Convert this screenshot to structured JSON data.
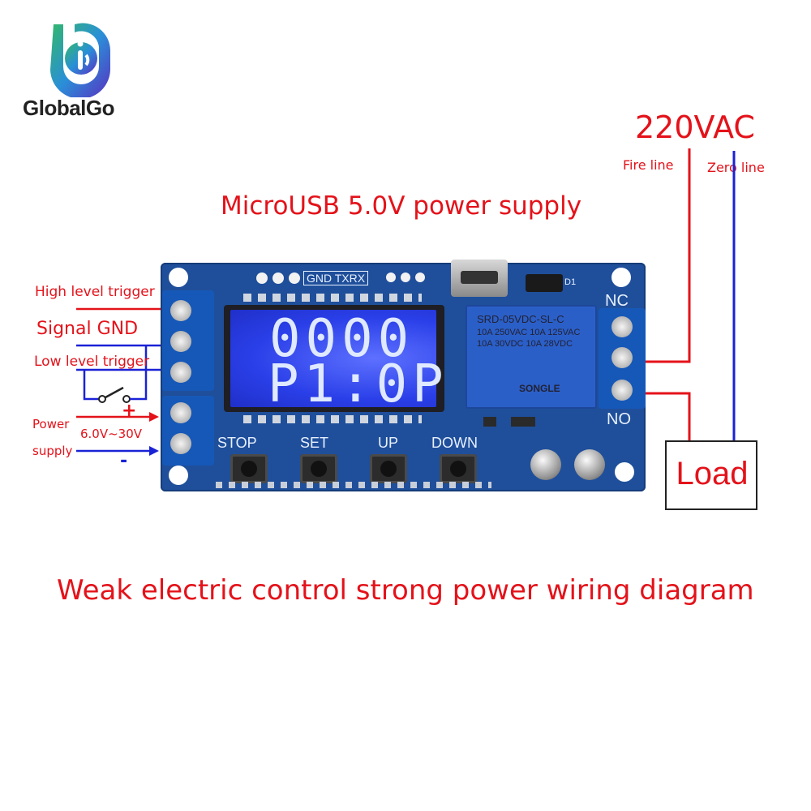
{
  "brand": {
    "name": "GlobalGo"
  },
  "labels": {
    "usb_supply": "MicroUSB 5.0V power supply",
    "ac": "220VAC",
    "fire_line": "Fire line",
    "zero_line": "Zero line",
    "high_trigger": "High level trigger",
    "signal_gnd": "Signal GND",
    "low_trigger": "Low level trigger",
    "power": "Power",
    "supply": "supply",
    "voltage_range": "6.0V~30V",
    "plus_top": "+",
    "minus_top": "-",
    "plus_power": "+",
    "minus_power": "-",
    "load": "Load",
    "caption": "Weak electric control strong power wiring diagram"
  },
  "board": {
    "header_label": "GND TXRX",
    "diode_label": "D1",
    "nc": "NC",
    "no": "NO",
    "lcd_line1": "0000",
    "lcd_line2": "P1:0P",
    "relay_line1": "SRD-05VDC-SL-C",
    "relay_line2": "10A 250VAC  10A 125VAC",
    "relay_line3": "10A 30VDC  10A 28VDC",
    "relay_brand": "SONGLE",
    "buttons": [
      "STOP",
      "SET",
      "UP",
      "DOWN"
    ]
  },
  "colors": {
    "wire_red": "#e4121a",
    "wire_blue": "#1a22d6",
    "pcb": "#1f4f9a",
    "lcd": "#2a3fe8",
    "relay": "#2b5fc8"
  }
}
